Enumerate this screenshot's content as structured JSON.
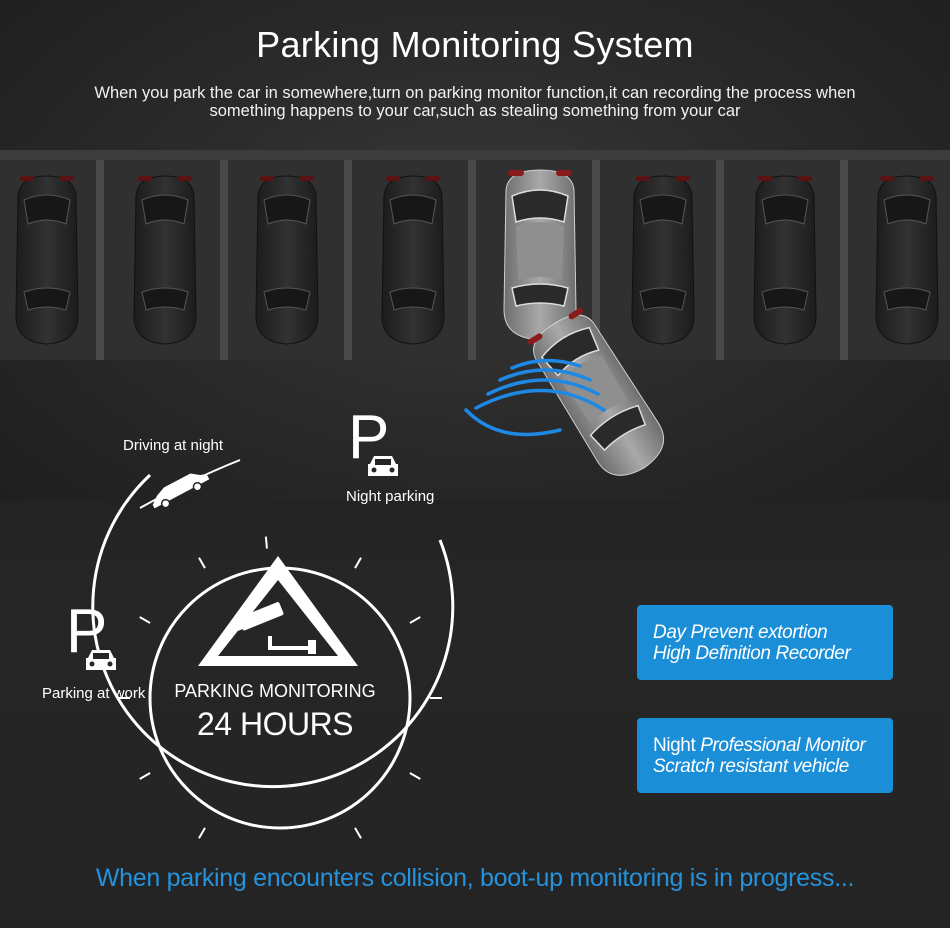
{
  "header": {
    "title": "Parking Monitoring System",
    "subtitle_line1": "When you park the car in somewhere,turn on parking monitor function,it can recording the process when",
    "subtitle_line2": "something happens to your car,such as stealing something from your car"
  },
  "wheel": {
    "driving_label": "Driving at night",
    "night_parking_label": "Night parking",
    "work_parking_label": "Parking at work",
    "parking_icon_letter": "P",
    "center_label": "PARKING MONITORING",
    "center_hours": "24 HOURS"
  },
  "features": [
    {
      "line1": "Day Prevent extortion",
      "line2": "High Definition Recorder"
    },
    {
      "line1_plain": "Night ",
      "line1_italic": "Professional Monitor",
      "line2": "Scratch resistant vehicle"
    }
  ],
  "footer": {
    "tagline": "When parking encounters collision, boot-up monitoring is in progress..."
  },
  "colors": {
    "accent_blue": "#1b8ed8",
    "tagline_blue": "#2592dc",
    "wave_blue": "#1e88e5",
    "background": "#262626"
  },
  "icons": [
    "parked-car-icon",
    "sensor-wave-icon",
    "parking-sign-icon",
    "car-icon",
    "security-camera-icon",
    "driving-car-icon"
  ]
}
